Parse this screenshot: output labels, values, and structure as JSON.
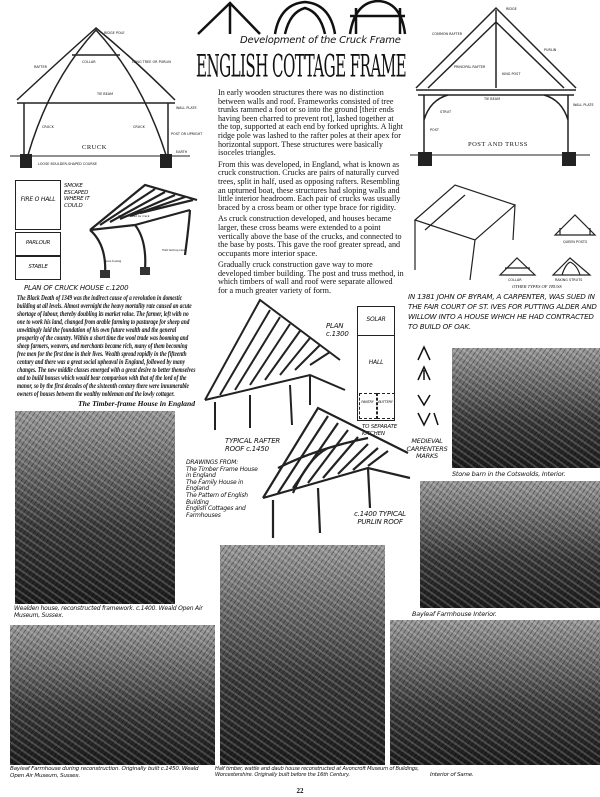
{
  "title": {
    "subtitle": "Development of the Cruck Frame",
    "main": "ENGLISH COTTAGE FRAME"
  },
  "cruck_diagram": {
    "title": "CRUCK",
    "labels": [
      "RIDGE POLE",
      "COLLAR",
      "LONG TREE OR PURLIN",
      "RAFTER",
      "TIE BEAM",
      "WALL PLATE",
      "CRUCK",
      "CRUCK",
      "POST OR UPRIGHT",
      "EARTH",
      "LOOSE BOULDER-SHAPED COURSE"
    ]
  },
  "post_truss_diagram": {
    "title": "POST AND TRUSS",
    "labels": [
      "RIDGE",
      "COMMON RAFTER",
      "PURLIN",
      "PRINCIPAL RAFTER",
      "KING POST",
      "TIE BEAM",
      "WALL PLATE",
      "STRUT",
      "POST"
    ]
  },
  "main_text": [
    "In early wooden structures there was no distinction between walls and roof. Frameworks consisted of tree trunks rammed a foot or so into the ground [their ends having been charred to prevent rot], lashed together at the top, supported at each end by forked uprights. A light ridge pole was lashed to the rafter poles at their apex for horizontal support. These structures were basically isoceles triangles.",
    "From this was developed, in England, what is known as cruck construction. Crucks are pairs of naturally curved trees, split in half, used as opposing rafters. Resembling an upturned boat, these structures had sloping walls and little interior headroom. Each pair of crucks was usually braced by a cross beam or other type brace for rigidity.",
    "As cruck construction developed, and houses became larger, these cross beams were extended to a point vertically above the base of the crucks, and connected to the base by posts. This gave the roof greater spread, and occupants more interior space.",
    "Gradually cruck construction gave way to more developed timber building. The post and truss method, in which timbers of wall and roof were separate allowed for a much greater variety of form."
  ],
  "plan_cruck_house": {
    "rooms": [
      "FIRE O HALL",
      "PARLOUR",
      "STABLE"
    ],
    "note": "SMOKE ESCAPED WHERE IT COULD",
    "frame_notes": [
      "Tree unleveled for cruck",
      "Stone footing",
      "Wall built up later"
    ],
    "caption": "PLAN OF CRUCK HOUSE c.1200"
  },
  "black_death_text": "The Black Death of 1349 was the indirect cause of a revolution in domestic building at all levels. Almost overnight the heavy mortality rate caused an acute shortage of labour, thereby doubling its market value. The farmer, left with no one to work his land, changed from arable farming to pasturage for sheep and unwittingly laid the foundation of his own future wealth and the general prosperity of the country. Within a short time the wool trade was booming and sheep farmers, weavers, and merchants became rich, many of them becoming free men for the first time in their lives. Wealth spread rapidly in the fifteenth century and there was a great social upheaval in England, followed by many changes. The new middle classes emerged with a great desire to better themselves and to build houses which would bear comparison with that of the lord of the manor, so by the first decades of the sixteenth century there were innumerable owners of houses between the wealthy nobleman and the lowly cottager.",
  "black_death_source": "The Timber-frame House in England",
  "other_truss": {
    "title": "OTHER TYPES OF TRUSS",
    "types": [
      "QUEEN POSTS",
      "COLLAR",
      "RAKING STRUTS"
    ]
  },
  "quote": "IN 1381 JOHN OF BYRAM, A CARPENTER, WAS SUED IN THE FAIR COURT OF ST. IVES FOR PUTTING ALDER AND WILLOW INTO A HOUSE WHICH HE HAD CONTRACTED TO BUILD OF OAK.",
  "rafter_roof": {
    "caption": "TYPICAL RAFTER ROOF c.1450"
  },
  "purlin_roof": {
    "caption": "c.1400 TYPICAL PURLIN ROOF"
  },
  "plan_1300": {
    "title": "PLAN c.1300",
    "rooms": [
      "SOLAR",
      "HALL",
      "PANTRY",
      "BUTTERY"
    ],
    "note": "TO SEPARATE KITCHEN"
  },
  "carpenters_marks": "MEDIEVAL CARPENTERS MARKS",
  "drawings_from": {
    "heading": "DRAWINGS FROM:",
    "items": [
      "The Timber Frame House in England",
      "The Family House in England",
      "The Pattern of English Building",
      "English Cottages and Farmhouses"
    ]
  },
  "photos": {
    "wealden": "Wealden house, reconstructed framework. c.1400. Weald Open Air Museum, Sussex.",
    "stone_barn": "Stone barn in the Cotswolds, Interior.",
    "bayleaf_interior": "Bayleaf Farmhouse Interior.",
    "bayleaf_farmhouse": "Bayleaf Farmhouse during reconstruction. Originally built c.1450. Weald Open Air Museum, Sussex.",
    "half_timber": "Half timber, wattle and daub house reconstructed at Avoncroft Museum of Buildings, Worcestershire. Originally built before the 16th Century.",
    "interior": "Interior of Same."
  },
  "page_number": "22"
}
